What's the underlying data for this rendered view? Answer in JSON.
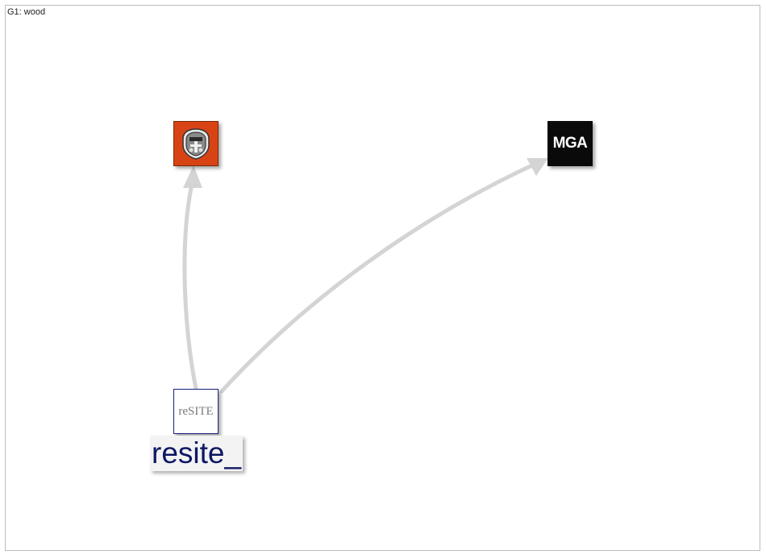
{
  "graph": {
    "title": "G1: wood"
  },
  "nodes": {
    "university": {
      "icon": "university-crest-icon",
      "bg_color": "#d84315"
    },
    "mga": {
      "text": "MGA",
      "bg_color": "#0a0a0a"
    },
    "resite": {
      "text": "reSITE",
      "label": "resite_",
      "label_color": "#0d1763"
    }
  },
  "edges": [
    {
      "from": "resite_",
      "to": "university"
    },
    {
      "from": "resite_",
      "to": "mga"
    }
  ],
  "colors": {
    "edge": "#d4d4d4",
    "frame": "#bdbdbd"
  }
}
